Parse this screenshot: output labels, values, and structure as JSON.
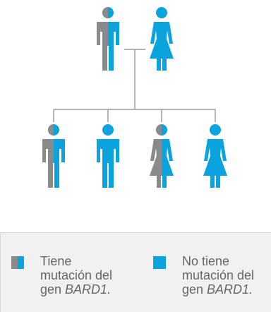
{
  "colors": {
    "carrier_gray": "#8a8a8a",
    "blue": "#0aa3dd",
    "line": "#9a9a9a",
    "legend_bg": "#f1f1f1",
    "text": "#666666"
  },
  "figures": [
    {
      "name": "father",
      "sex": "male",
      "status": "carrier"
    },
    {
      "name": "mother",
      "sex": "female",
      "status": "non-carrier"
    },
    {
      "name": "child-1",
      "sex": "male",
      "status": "carrier"
    },
    {
      "name": "child-2",
      "sex": "male",
      "status": "non-carrier"
    },
    {
      "name": "child-3",
      "sex": "female",
      "status": "carrier"
    },
    {
      "name": "child-4",
      "sex": "female",
      "status": "non-carrier"
    }
  ],
  "legend": {
    "carrier": {
      "line1": "Tiene",
      "line2": "mutación del",
      "line3_prefix": "gen ",
      "line3_gene": "BARD1."
    },
    "non_carrier": {
      "line1": "No tiene",
      "line2": "mutación del",
      "line3_prefix": "gen ",
      "line3_gene": "BARD1."
    }
  }
}
